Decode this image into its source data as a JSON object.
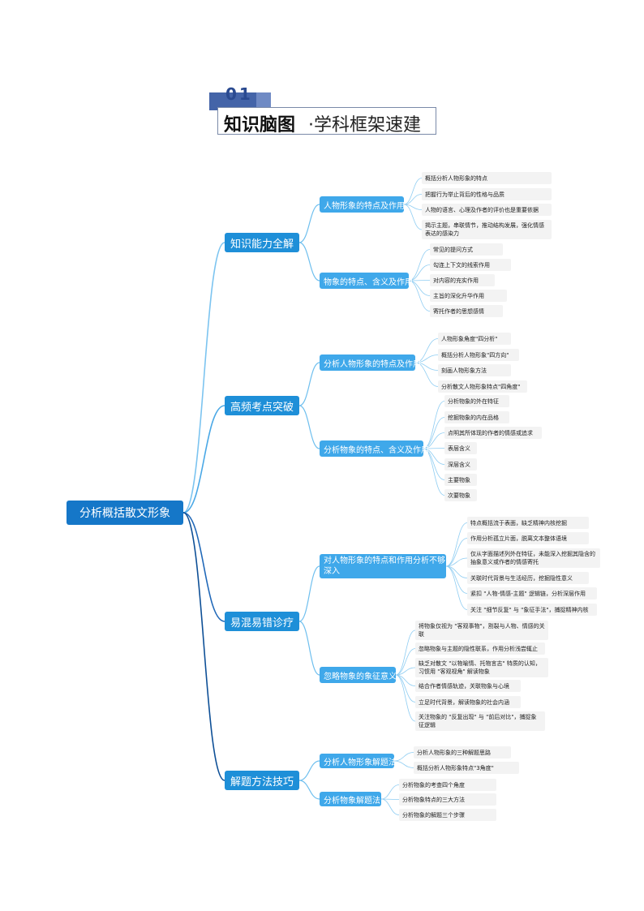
{
  "header": {
    "number": "01",
    "title_bold": "知识脑图",
    "title_rest": "·学科框架速建"
  },
  "root": "分析概括散文形象",
  "branches": [
    {
      "label": "知识能力全解",
      "children": [
        {
          "label": "人物形象的特点及作用",
          "leaves": [
            "概括分析人物形象的特点",
            "把握行为举止背后的性格与品质",
            "人物的语言、心理及作者的评价也是重要依据",
            "揭示主题，串联情节，推动结构发展，强化情感表达的感染力"
          ]
        },
        {
          "label": "物象的特点、含义及作用",
          "leaves": [
            "常见的提问方式",
            "勾连上下文的线索作用",
            "对内容的充实作用",
            "主旨的深化升华作用",
            "寄托作者的思想感情"
          ]
        }
      ]
    },
    {
      "label": "高频考点突破",
      "children": [
        {
          "label": "分析人物形象的特点及作用",
          "leaves": [
            "人物形象角度\"四分析\"",
            "概括分析人物形象\"四方向\"",
            "刻画人物形象方法",
            "分析散文人物形象特点\"四角度\""
          ]
        },
        {
          "label": "分析物象的特点、含义及作用",
          "leaves": [
            "分析物象的外在特征",
            "挖掘物象的内在品格",
            "点明其所体现的作者的情感或追求",
            "表层含义",
            "深层含义",
            "主要物象",
            "次要物象"
          ]
        }
      ]
    },
    {
      "label": "易混易错诊疗",
      "children": [
        {
          "label": "对人物形象的特点和作用分析不够深入",
          "leaves": [
            "特点概括流于表面，缺乏精神内核挖掘",
            "作用分析孤立片面，脱离文本整体语境",
            "仅从字面描述列外在特征，未能深入挖掘其隐含的抽象意义或作者的情感寄托",
            "关联时代背景与生活经历，挖掘隐性意义",
            "紧扣 \"人物-情感-主题\" 逻辑链，分析深层作用",
            "关注 \"细节反复\" 与 \"象征手法\"，捕捉精神内核"
          ]
        },
        {
          "label": "忽略物象的象征意义",
          "leaves": [
            "将物象仅视为 \"客观事物\"，割裂与人物、情感的关联",
            "忽略物象与主题的隐性联系，作用分析浅尝辄止",
            "缺乏对散文 \"以物喻情、托物言志\" 特质的认知，习惯用 \"客观视角\" 解读物象",
            "结合作者情感轨迹，关联物象与心境",
            "立足时代背景，解读物象的社会内涵",
            "关注物象的 \"反复出现\" 与 \"前后对比\"，捕捉象征逻辑"
          ]
        }
      ]
    },
    {
      "label": "解题方法技巧",
      "children": [
        {
          "label": "分析人物形象解题法",
          "leaves": [
            "分析人物形象的三种解题思路",
            "概括分析人物形象特点\"3角度\""
          ]
        },
        {
          "label": "分析物象解题法",
          "leaves": [
            "分析物象的考查四个角度",
            "分析物象特点的三大方法",
            "分析物象的解题三个步骤"
          ]
        }
      ]
    }
  ],
  "colors": {
    "root": "#1577c8",
    "level1": "#1e8fd8",
    "level2": "#3fa8ea",
    "leaf_bg": "#f3f3f3",
    "link_dark": "#0d4f96",
    "link_light": "#6fbfee"
  }
}
